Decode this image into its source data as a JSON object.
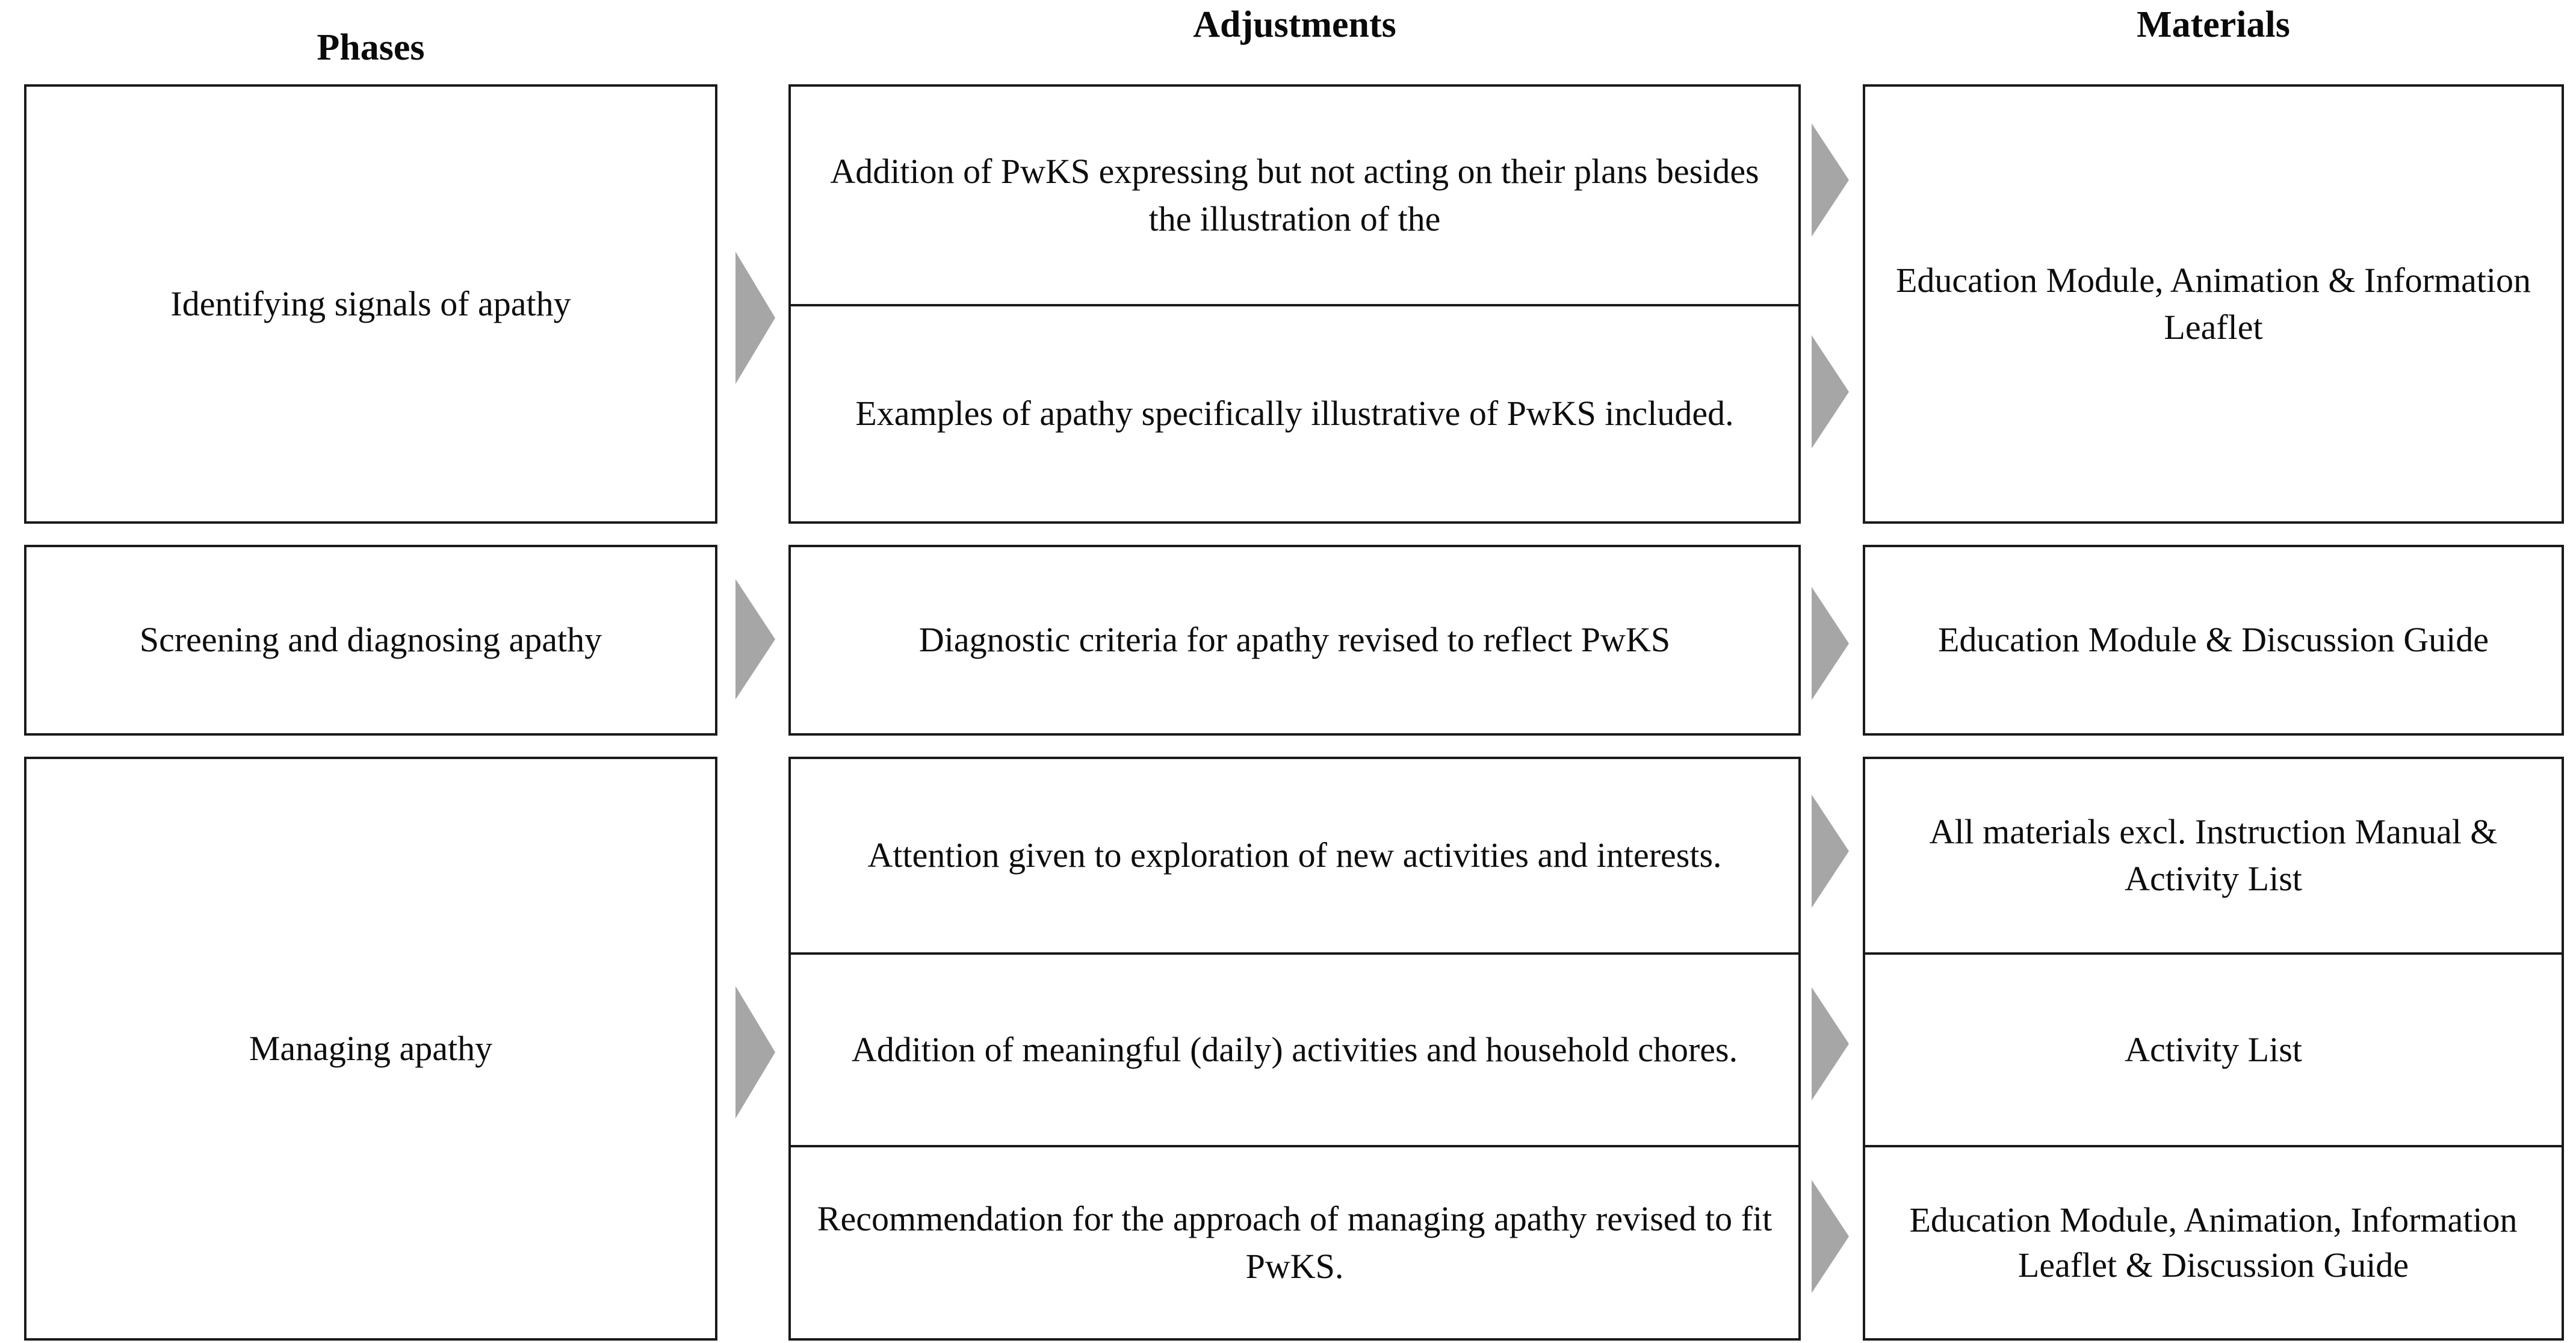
{
  "headers": {
    "phases": "Phases",
    "adjustments": "Adjustments",
    "materials": "Materials"
  },
  "colors": {
    "arrow": "#a6a6a6",
    "border": "#1a1a1a",
    "text": "#0d0d0d",
    "background": "#ffffff"
  },
  "rows": [
    {
      "phase": "Identifying signals of apathy",
      "adjustments": [
        "Addition of PwKS expressing but not acting on their plans besides the illustration of the",
        "Examples of apathy specifically illustrative of PwKS included."
      ],
      "materials": [
        "Education Module, Animation & Information Leaflet"
      ]
    },
    {
      "phase": "Screening and diagnosing apathy",
      "adjustments": [
        "Diagnostic criteria for apathy revised to reflect PwKS"
      ],
      "materials": [
        "Education Module & Discussion Guide"
      ]
    },
    {
      "phase": "Managing apathy",
      "adjustments": [
        "Attention given to exploration of new activities and interests.",
        "Addition of meaningful (daily) activities and household chores.",
        "Recommendation for the approach of managing apathy revised to fit PwKS."
      ],
      "materials": [
        "All materials excl. Instruction Manual & Activity List",
        "Activity List",
        "Education Module, Animation, Information Leaflet & Discussion Guide"
      ]
    }
  ],
  "arrows": [
    {
      "name": "arrow-phase1-to-adjustment1"
    },
    {
      "name": "arrow-phase1-to-adjustment2"
    },
    {
      "name": "arrow-adjustment1-to-material1"
    },
    {
      "name": "arrow-adjustment2-to-material1"
    },
    {
      "name": "arrow-phase2-to-adjustment"
    },
    {
      "name": "arrow-adjustment-to-material2"
    },
    {
      "name": "arrow-phase3-to-adjustments"
    },
    {
      "name": "arrow-adjustment3a-to-material3a"
    },
    {
      "name": "arrow-adjustment3b-to-material3b"
    },
    {
      "name": "arrow-adjustment3c-to-material3c"
    }
  ]
}
